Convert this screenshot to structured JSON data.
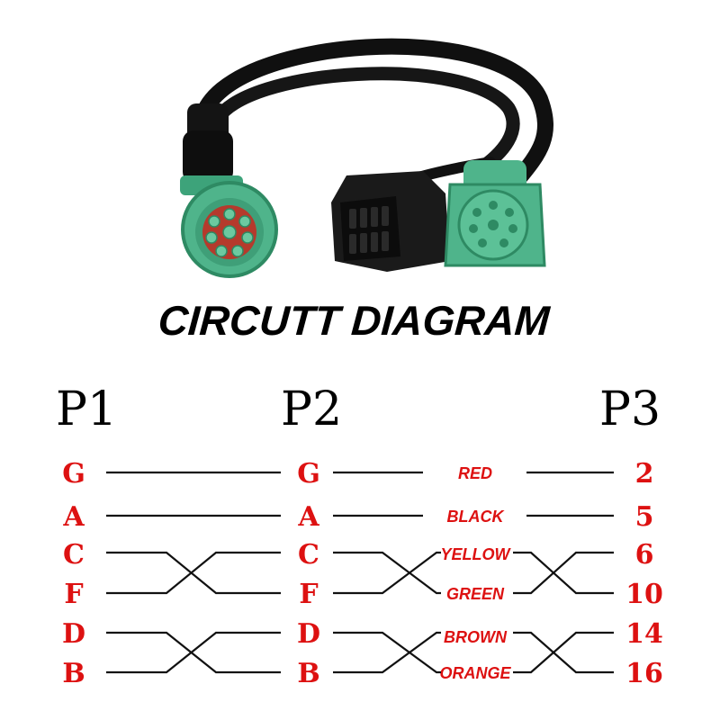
{
  "title": "CIRCUTT DIAGRAM",
  "headers": {
    "p1": "P1",
    "p2": "P2",
    "p3": "P3"
  },
  "rows": [
    {
      "p1": "G",
      "p2": "G",
      "color": "RED",
      "p3": "2"
    },
    {
      "p1": "A",
      "p2": "A",
      "color": "BLACK",
      "p3": "5"
    },
    {
      "p1": "C",
      "p2": "C",
      "color": "YELLOW",
      "p3": "6"
    },
    {
      "p1": "F",
      "p2": "F",
      "color": "GREEN",
      "p3": "10"
    },
    {
      "p1": "D",
      "p2": "D",
      "color": "BROWN",
      "p3": "14"
    },
    {
      "p1": "B",
      "p2": "B",
      "color": "ORANGE",
      "p3": "16"
    }
  ],
  "product_image": "y-splitter-cable-with-two-green-9-pin-deutsch-connectors-and-black-16-pin-obd2-female-connector",
  "colors": {
    "label_red": "#dd1111",
    "wire_black": "#111111",
    "connector_green": "#4fb48b",
    "connector_green_dark": "#2e8a63",
    "pin_red": "#b53a2c",
    "obd_black": "#1a1a1a"
  }
}
